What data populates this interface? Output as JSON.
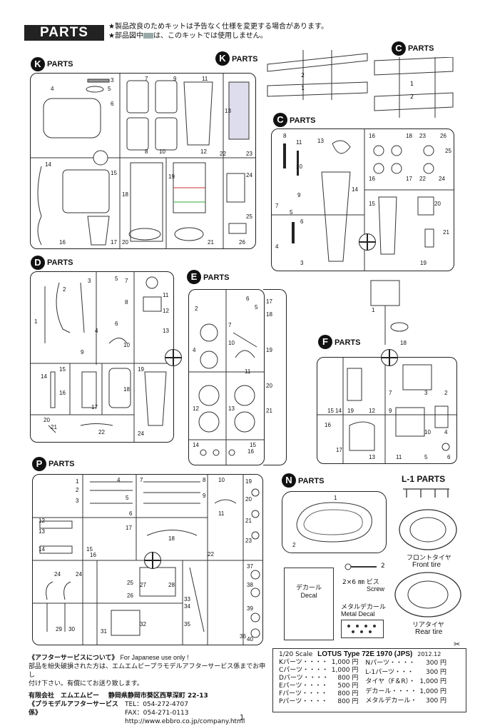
{
  "header": {
    "title": "PARTS",
    "notice_line1": "★製品改良のためキットは予告なく仕様を変更する場合があります。",
    "notice_line2_a": "★部品図中",
    "notice_line2_b": "は、このキットでは使用しません。"
  },
  "sprues": [
    {
      "letter": "K",
      "title": "PARTS"
    },
    {
      "letter": "K",
      "title": "PARTS"
    },
    {
      "letter": "C",
      "title": "PARTS"
    },
    {
      "letter": "C",
      "title": "PARTS"
    },
    {
      "letter": "D",
      "title": "PARTS"
    },
    {
      "letter": "E",
      "title": "PARTS"
    },
    {
      "letter": "F",
      "title": "PARTS"
    },
    {
      "letter": "P",
      "title": "PARTS"
    },
    {
      "letter": "N",
      "title": "PARTS"
    }
  ],
  "l1": {
    "title": "L-1 PARTS"
  },
  "tires": {
    "front_jp": "フロントタイヤ",
    "front_en": "Front tire",
    "rear_jp": "リアタイヤ",
    "rear_en": "Rear tire"
  },
  "decal": {
    "jp": "デカール",
    "en": "Decal"
  },
  "screw": {
    "num": "2",
    "size": "2×6 ㎜ ビス",
    "en": "Screw"
  },
  "metal_decal": {
    "jp": "メタルデカール",
    "en": "Metal Decal"
  },
  "after_service": {
    "title": "《アフターサービスについて》",
    "title_en": "For Japanese use only !",
    "text1": "部品を紛失破損された方は、エムエムピープラモデルアフターサービス係までお申し",
    "text2": "付け下さい。有償にてお送り致します。",
    "company": "有限会社　エムエムピー",
    "address": "静岡県静岡市葵区西草深町 22-13",
    "dept": "《プラモデルアフターサービス係》",
    "tel": "TEL：054-272-4707",
    "fax": "FAX：054-271-0113",
    "url": "http://www.ebbro.co.jp/company.html"
  },
  "pricelist": {
    "scale": "1/20 Scale",
    "model": "LOTUS Type 72E 1970 (JPS)",
    "date": "2012.12",
    "left": [
      {
        "name": "Kパーツ・・・・",
        "price": "1,000 円"
      },
      {
        "name": "Cパーツ・・・・",
        "price": "1,000 円"
      },
      {
        "name": "Dパーツ・・・・",
        "price": "800 円"
      },
      {
        "name": "Eパーツ・・・・",
        "price": "500 円"
      },
      {
        "name": "Fパーツ・・・・",
        "price": "800 円"
      },
      {
        "name": "Pパーツ・・・・",
        "price": "800 円"
      }
    ],
    "right": [
      {
        "name": "Nパーツ・・・・",
        "price": "300 円"
      },
      {
        "name": "L-1パーツ・・・",
        "price": "300 円"
      },
      {
        "name": "タイヤ（F＆R）・",
        "price": "1,000 円"
      },
      {
        "name": "デカール・・・・",
        "price": "1,000 円"
      },
      {
        "name": "メタルデカール・",
        "price": "300 円"
      }
    ]
  },
  "page_number": "1"
}
